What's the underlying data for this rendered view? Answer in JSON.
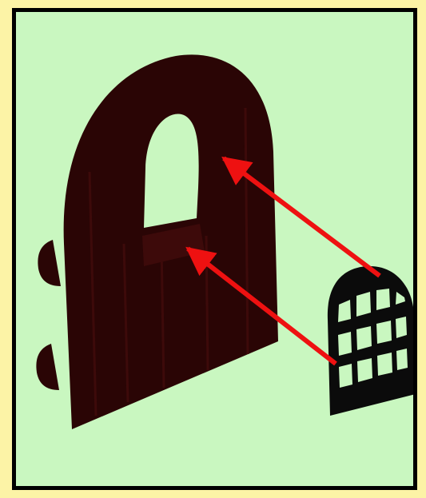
{
  "diagram": {
    "parts": [
      {
        "name": "door-panel",
        "icon": "arched-door-icon"
      },
      {
        "name": "window-grille",
        "icon": "lattice-window-icon"
      }
    ],
    "arrows": [
      {
        "name": "assembly-arrow-top",
        "from": "window-grille",
        "to": "door-panel"
      },
      {
        "name": "assembly-arrow-bottom",
        "from": "window-grille",
        "to": "door-panel"
      }
    ],
    "colors": {
      "background": "#fcf3a6",
      "panel": "#c9f7c0",
      "frame": "#000000",
      "door": "#2a0505",
      "door_shade": "#3d0a0a",
      "arrow": "#ee1111",
      "grille": "#0b0b0b"
    }
  }
}
